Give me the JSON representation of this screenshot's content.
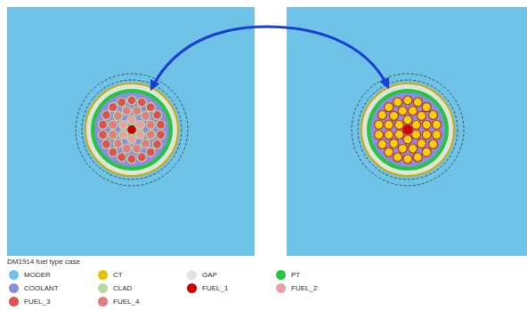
{
  "diagram": {
    "caption": "DM1914 fuel type case",
    "legend": [
      {
        "text": "MODER",
        "color": "#6ec3e6"
      },
      {
        "text": "CT",
        "color": "#e6c200"
      },
      {
        "text": "GAP",
        "color": "#e2e2de"
      },
      {
        "text": "PT",
        "color": "#22c83c"
      },
      {
        "text": "COOLANT",
        "color": "#8c8ce0"
      },
      {
        "text": "CLAD",
        "color": "#b4dca0"
      },
      {
        "text": "FUEL_1",
        "color": "#cc0000"
      },
      {
        "text": "FUEL_2",
        "color": "#e8a0a0"
      },
      {
        "text": "FUEL_3",
        "color": "#e05050"
      },
      {
        "text": "FUEL_4",
        "color": "#e47c7c"
      }
    ]
  }
}
